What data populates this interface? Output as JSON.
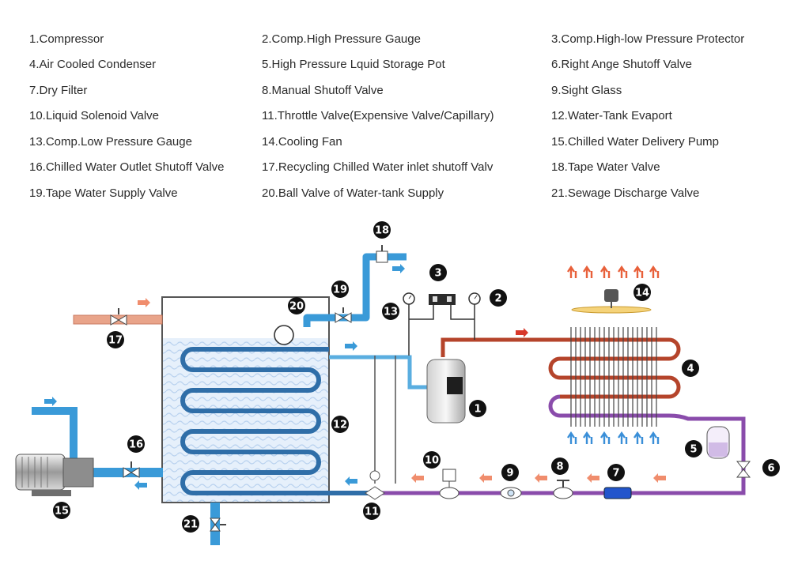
{
  "legend": [
    "1.Compressor",
    "2.Comp.High Pressure Gauge",
    "3.Comp.High-low Pressure Protector",
    "4.Air Cooled Condenser",
    "5.High Pressure Lquid Storage Pot",
    "6.Right Ange Shutoff Valve",
    "7.Dry Filter",
    "8.Manual Shutoff Valve",
    "9.Sight Glass",
    "10.Liquid Solenoid Valve",
    "11.Throttle Valve(Expensive Valve/Capillary)",
    "12.Water-Tank Evaport",
    "13.Comp.Low Pressure Gauge",
    "14.Cooling Fan",
    "15.Chilled Water Delivery Pump",
    "16.Chilled Water Outlet Shutoff Valve",
    "17.Recycling Chilled Water inlet shutoff Valv",
    "18.Tape Water Valve",
    "19.Tape Water Supply Valve",
    "20.Ball Valve of Water-tank Supply",
    "21.Sewage Discharge Valve"
  ],
  "callouts": [
    "1",
    "2",
    "3",
    "4",
    "5",
    "6",
    "7",
    "8",
    "9",
    "10",
    "11",
    "12",
    "13",
    "14",
    "15",
    "16",
    "17",
    "18",
    "19",
    "20",
    "21"
  ],
  "colors": {
    "hot_gas_line": "#b5442b",
    "liquid_line": "#8a4cab",
    "suction_line": "#5aaee0",
    "water_coil": "#2f6ea8",
    "chilled_water": "#3a9ad8",
    "return_water_pipe": "#e9a48a",
    "callout_circle": "#111111",
    "warm_air_arrow": "#e8603a",
    "cool_air_arrow": "#3a8fd8",
    "filter": "#2255cc"
  }
}
